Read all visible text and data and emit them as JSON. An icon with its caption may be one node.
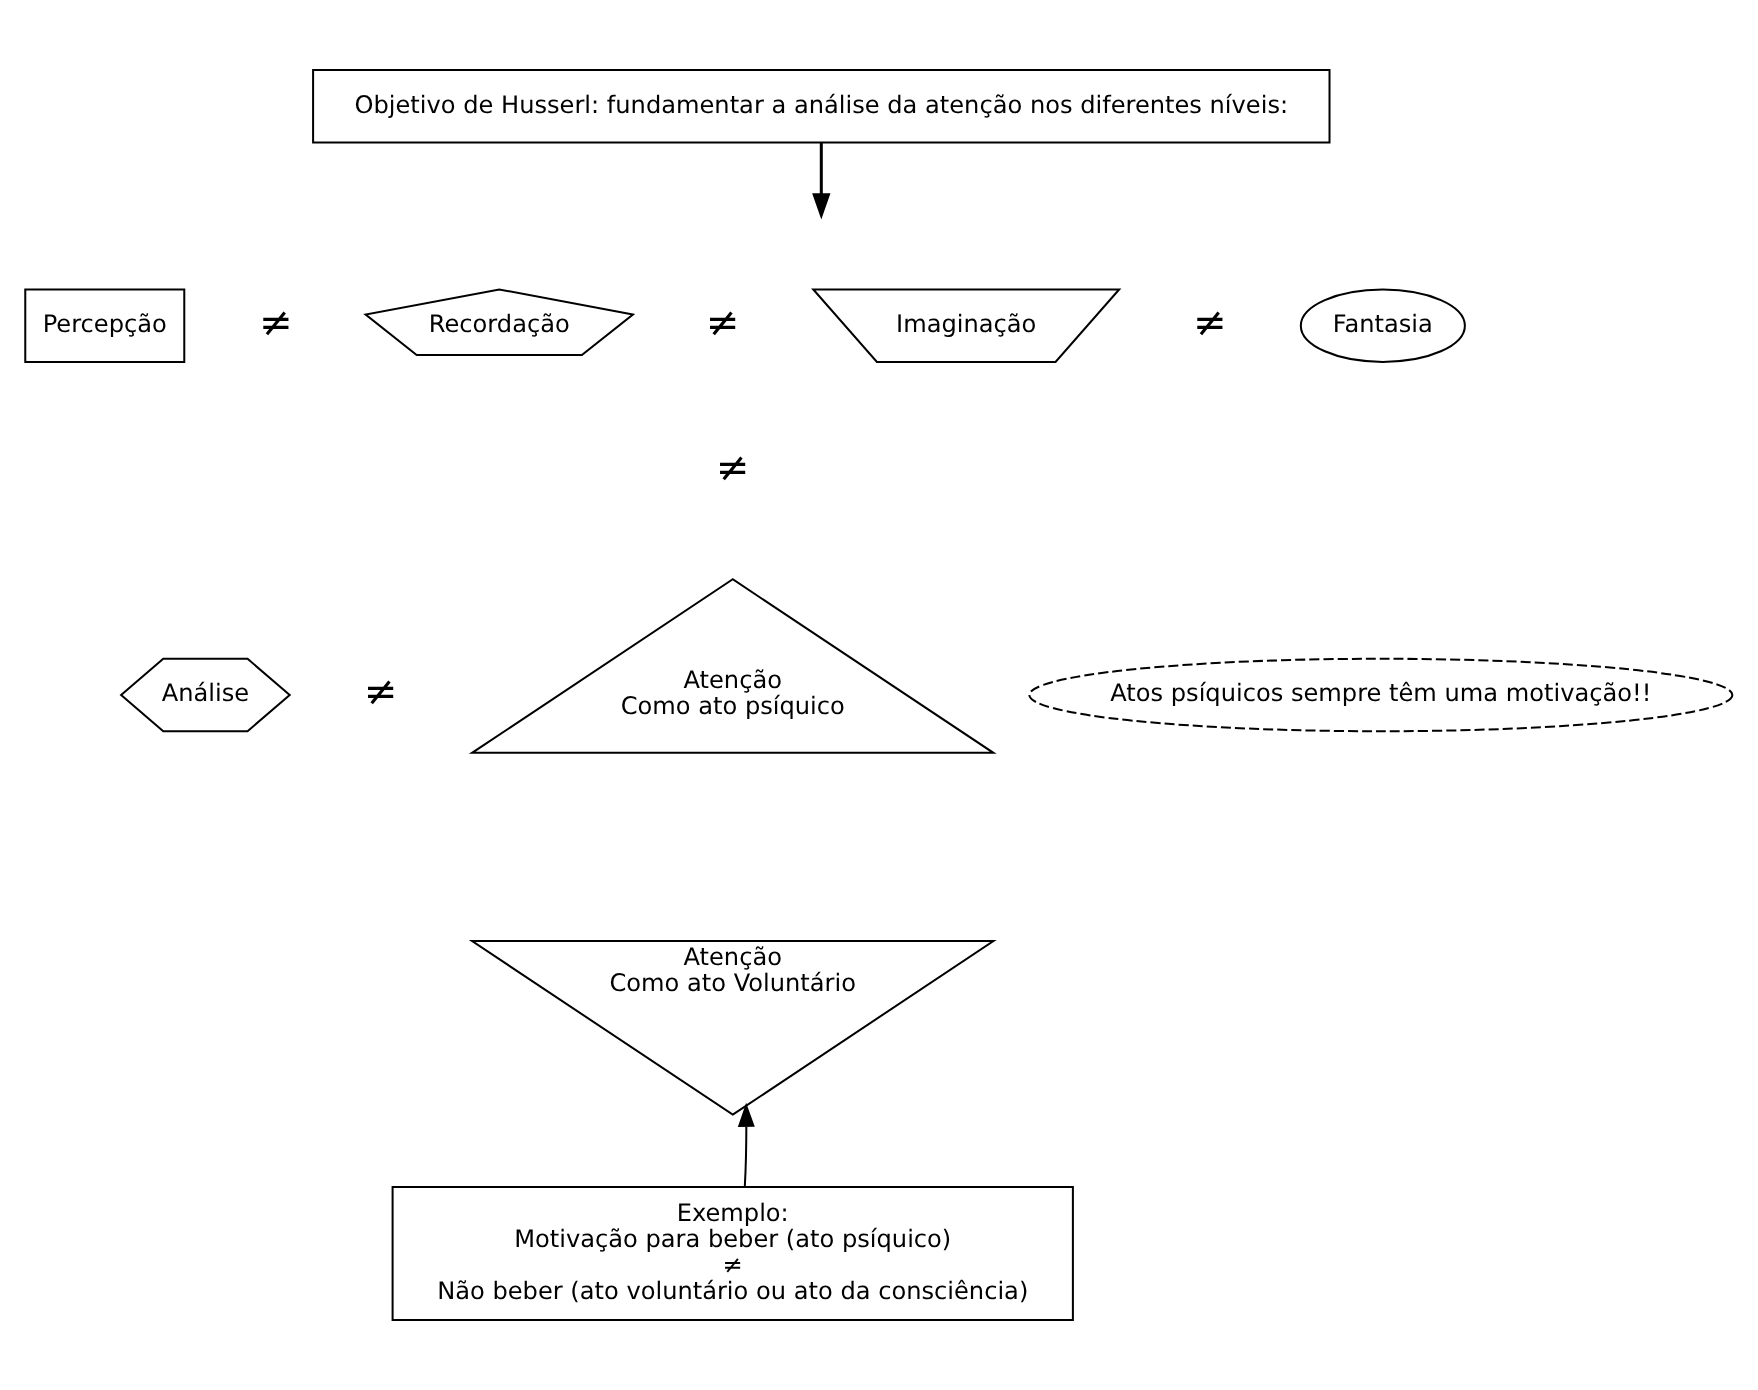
{
  "diagram": {
    "nodes": [
      {
        "text": [
          "Objetivo de Husserl: fundamentar a análise da atenção nos diferentes níveis:"
        ]
      },
      {
        "text": [
          "Percepção"
        ]
      },
      {
        "text": [
          "Recordação"
        ]
      },
      {
        "text": [
          "Imaginação"
        ]
      },
      {
        "text": [
          "Fantasia"
        ]
      },
      {
        "text": [
          "Análise"
        ]
      },
      {
        "text": [
          "Atenção",
          "Como ato psíquico"
        ]
      },
      {
        "text": [
          "Atenção",
          "Como ato Voluntário"
        ]
      },
      {
        "text": [
          "Atos psíquicos sempre têm uma motivação!!"
        ]
      },
      {
        "text": [
          "Exemplo:",
          "Motivação para beber (ato psíquico)",
          "≠",
          "Não beber (ato voluntário ou ato da consciência)"
        ]
      }
    ],
    "edges": [
      {
        "from": 0,
        "to": null,
        "arrow": "to"
      },
      {
        "from": 9,
        "to": 7,
        "arrow": "to"
      }
    ],
    "labels": [
      "≠",
      "≠",
      "≠",
      "≠",
      "≠"
    ]
  }
}
